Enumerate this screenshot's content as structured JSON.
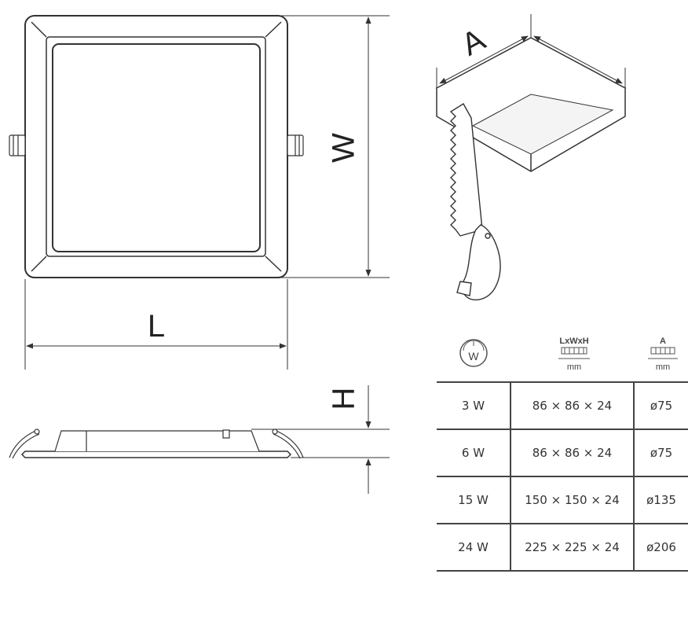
{
  "dimension_labels": {
    "length": "L",
    "width": "W",
    "height": "H",
    "cutout": "A"
  },
  "table_header": {
    "power_icon": "watt-icon",
    "power_icon_letter": "W",
    "size_label": "LxWxH",
    "size_unit": "mm",
    "cutout_label": "A",
    "cutout_unit": "mm"
  },
  "rows": [
    {
      "power": "3 W",
      "size": "86 × 86 × 24",
      "cutout": "ø75"
    },
    {
      "power": "6 W",
      "size": "86 × 86 × 24",
      "cutout": "ø75"
    },
    {
      "power": "15 W",
      "size": "150 × 150 × 24",
      "cutout": "ø135"
    },
    {
      "power": "24 W",
      "size": "225 × 225 × 24",
      "cutout": "ø206"
    }
  ]
}
